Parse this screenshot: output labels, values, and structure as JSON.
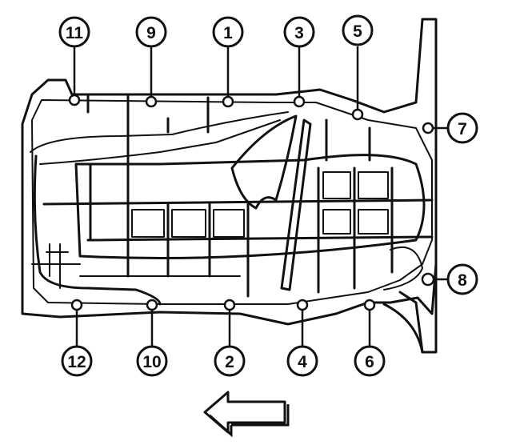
{
  "callouts": [
    {
      "label": "11"
    },
    {
      "label": "9"
    },
    {
      "label": "1"
    },
    {
      "label": "3"
    },
    {
      "label": "5"
    },
    {
      "label": "7"
    },
    {
      "label": "8"
    },
    {
      "label": "6"
    },
    {
      "label": "4"
    },
    {
      "label": "2"
    },
    {
      "label": "10"
    },
    {
      "label": "12"
    }
  ],
  "colors": {
    "ink": "#111111",
    "background": "#ffffff"
  },
  "icons": {
    "direction": "arrow-left-icon"
  }
}
